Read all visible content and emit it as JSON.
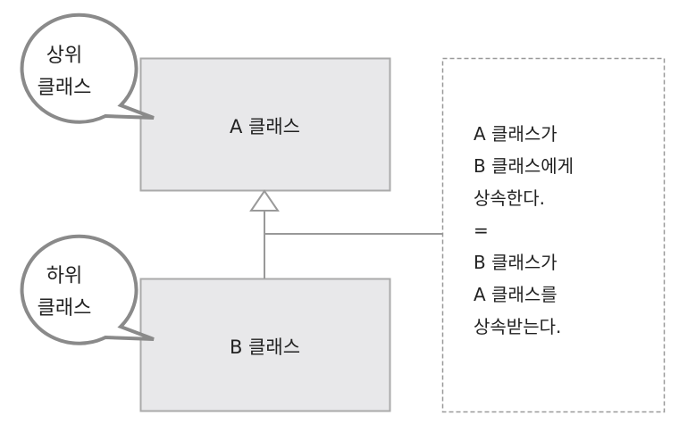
{
  "superclass_bubble": {
    "line1": "상위",
    "line2": "클래스"
  },
  "subclass_bubble": {
    "line1": "하위",
    "line2": "클래스"
  },
  "class_a": {
    "label": "A 클래스"
  },
  "class_b": {
    "label": "B 클래스"
  },
  "note": {
    "lines": [
      "A 클래스가",
      "B 클래스에게",
      "상속한다.",
      "=",
      "B 클래스가",
      "A 클래스를",
      "상속받는다."
    ]
  },
  "colors": {
    "box_fill": "#e8e8ea",
    "box_stroke": "#aaaaaa",
    "bubble_stroke": "#8a8a8a",
    "line": "#999999"
  }
}
